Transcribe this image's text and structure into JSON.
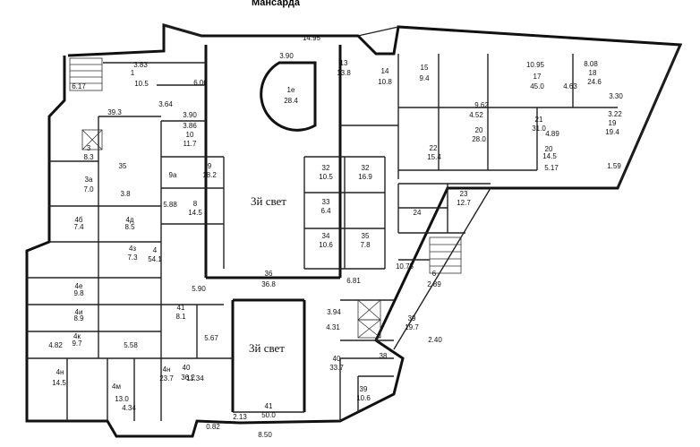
{
  "title": "Мансарда",
  "areas": [
    {
      "id": "r-top-15",
      "text": "14.95"
    },
    {
      "id": "r-top-3a",
      "text": "3.83"
    },
    {
      "id": "r-top-105",
      "text": "10.5"
    },
    {
      "id": "r-1",
      "text": "1"
    },
    {
      "id": "r-393",
      "text": "39.3"
    },
    {
      "id": "r-364",
      "text": "3.64"
    },
    {
      "id": "r-617",
      "text": "6.17"
    },
    {
      "id": "r-6",
      "text": "6.00"
    },
    {
      "id": "r-390",
      "text": "3.90"
    },
    {
      "id": "r-38",
      "text": "3.86"
    },
    {
      "id": "r-10",
      "text": "10"
    },
    {
      "id": "r-117",
      "text": "11.7"
    },
    {
      "id": "r-390b",
      "text": "3.90"
    },
    {
      "id": "r-1e",
      "text": "1е"
    },
    {
      "id": "r-284",
      "text": "28.4"
    },
    {
      "id": "r-13",
      "text": "13"
    },
    {
      "id": "r-138",
      "text": "13.8"
    },
    {
      "id": "r-14",
      "text": "14"
    },
    {
      "id": "r-108",
      "text": "10.8"
    },
    {
      "id": "r-15",
      "text": "15"
    },
    {
      "id": "r-94",
      "text": "9.4"
    },
    {
      "id": "r-1095",
      "text": "10.95"
    },
    {
      "id": "r-17",
      "text": "17"
    },
    {
      "id": "r-450",
      "text": "45.0"
    },
    {
      "id": "r-808",
      "text": "8.08"
    },
    {
      "id": "r-18",
      "text": "18"
    },
    {
      "id": "r-246",
      "text": "24.6"
    },
    {
      "id": "r-330",
      "text": "3.30"
    },
    {
      "id": "r-322",
      "text": "3.22"
    },
    {
      "id": "r-962",
      "text": "9.62"
    },
    {
      "id": "r-463",
      "text": "4.63"
    },
    {
      "id": "r-452",
      "text": "4.52"
    },
    {
      "id": "r-19",
      "text": "19"
    },
    {
      "id": "r-194",
      "text": "19.4"
    },
    {
      "id": "r-21",
      "text": "21"
    },
    {
      "id": "r-310",
      "text": "31.0"
    },
    {
      "id": "r-20",
      "text": "20"
    },
    {
      "id": "r-280",
      "text": "28.0"
    },
    {
      "id": "r-22",
      "text": "22"
    },
    {
      "id": "r-154",
      "text": "15.4"
    },
    {
      "id": "r-489",
      "text": "4.89"
    },
    {
      "id": "r-20a",
      "text": "20"
    },
    {
      "id": "r-145",
      "text": "14.5"
    },
    {
      "id": "r-517",
      "text": "5.17"
    },
    {
      "id": "r-159",
      "text": "1.59"
    },
    {
      "id": "r-3",
      "text": "3"
    },
    {
      "id": "r-83",
      "text": "8.3"
    },
    {
      "id": "r-3a",
      "text": "3a"
    },
    {
      "id": "r-70",
      "text": "7.0"
    },
    {
      "id": "r-35",
      "text": "35"
    },
    {
      "id": "r-38b",
      "text": "3.8"
    },
    {
      "id": "r-9",
      "text": "9"
    },
    {
      "id": "r-182",
      "text": "18.2"
    },
    {
      "id": "r-9a",
      "text": "9а"
    },
    {
      "id": "r-8",
      "text": "8"
    },
    {
      "id": "r-145b",
      "text": "14.5"
    },
    {
      "id": "r-588",
      "text": "5.88"
    },
    {
      "id": "r-3e",
      "text": "3й свет"
    },
    {
      "id": "r-32",
      "text": "32"
    },
    {
      "id": "r-105b",
      "text": "10.5"
    },
    {
      "id": "r-33",
      "text": "33"
    },
    {
      "id": "r-64",
      "text": "6.4"
    },
    {
      "id": "r-32a",
      "text": "32"
    },
    {
      "id": "r-169",
      "text": "16.9"
    },
    {
      "id": "r-34",
      "text": "34"
    },
    {
      "id": "r-106",
      "text": "10.6"
    },
    {
      "id": "r-35b",
      "text": "35"
    },
    {
      "id": "r-78",
      "text": "7.8"
    },
    {
      "id": "r-23",
      "text": "23"
    },
    {
      "id": "r-127",
      "text": "12.7"
    },
    {
      "id": "r-24",
      "text": "24"
    },
    {
      "id": "r-4",
      "text": "4"
    },
    {
      "id": "r-541",
      "text": "54.1"
    },
    {
      "id": "r-6b",
      "text": "6"
    },
    {
      "id": "r-289",
      "text": "2.89"
    },
    {
      "id": "r-36",
      "text": "36"
    },
    {
      "id": "r-368",
      "text": "36.8"
    },
    {
      "id": "r-590",
      "text": "5.90"
    },
    {
      "id": "r-39",
      "text": "39"
    },
    {
      "id": "r-197",
      "text": "19.7"
    },
    {
      "id": "r-41",
      "text": "41"
    },
    {
      "id": "r-81",
      "text": "8.1"
    },
    {
      "id": "r-3e2",
      "text": "3й свет"
    },
    {
      "id": "r-40",
      "text": "40"
    },
    {
      "id": "r-362",
      "text": "36.2"
    },
    {
      "id": "r-40b",
      "text": "40"
    },
    {
      "id": "r-337",
      "text": "33.7"
    },
    {
      "id": "r-38c",
      "text": "38"
    },
    {
      "id": "r-39b",
      "text": "39"
    },
    {
      "id": "r-106b",
      "text": "10.6"
    },
    {
      "id": "r-41b",
      "text": "41"
    },
    {
      "id": "r-500",
      "text": "50.0"
    },
    {
      "id": "r-4h",
      "text": "4н"
    },
    {
      "id": "r-145c",
      "text": "14.5"
    },
    {
      "id": "r-4m",
      "text": "4м"
    },
    {
      "id": "r-130",
      "text": "13.0"
    },
    {
      "id": "r-4n",
      "text": "4н"
    },
    {
      "id": "r-237",
      "text": "23.7"
    },
    {
      "id": "r-4e",
      "text": "4е"
    },
    {
      "id": "r-98",
      "text": "9.8"
    },
    {
      "id": "r-4i",
      "text": "4и"
    },
    {
      "id": "r-89",
      "text": "8.9"
    },
    {
      "id": "r-4k",
      "text": "4к"
    },
    {
      "id": "r-97",
      "text": "9.7"
    },
    {
      "id": "r-4b",
      "text": "4б"
    },
    {
      "id": "r-74",
      "text": "7.4"
    },
    {
      "id": "r-4d",
      "text": "4д"
    },
    {
      "id": "r-85",
      "text": "8.5"
    },
    {
      "id": "r-4z",
      "text": "4з"
    },
    {
      "id": "r-73",
      "text": "7.3"
    },
    {
      "id": "r-850",
      "text": "8.50"
    },
    {
      "id": "r-082",
      "text": "0.82"
    },
    {
      "id": "r-213",
      "text": "2.13"
    },
    {
      "id": "r-431",
      "text": "4.31"
    },
    {
      "id": "r-394",
      "text": "3.94"
    },
    {
      "id": "r-681",
      "text": "6.81"
    },
    {
      "id": "r-1075",
      "text": "10.75"
    },
    {
      "id": "r-240",
      "text": "2.40"
    },
    {
      "id": "r-558",
      "text": "5.58"
    },
    {
      "id": "r-567",
      "text": "5.67"
    },
    {
      "id": "r-1134",
      "text": "11.34"
    },
    {
      "id": "r-434",
      "text": "4.34"
    },
    {
      "id": "r-482",
      "text": "4.82"
    }
  ]
}
